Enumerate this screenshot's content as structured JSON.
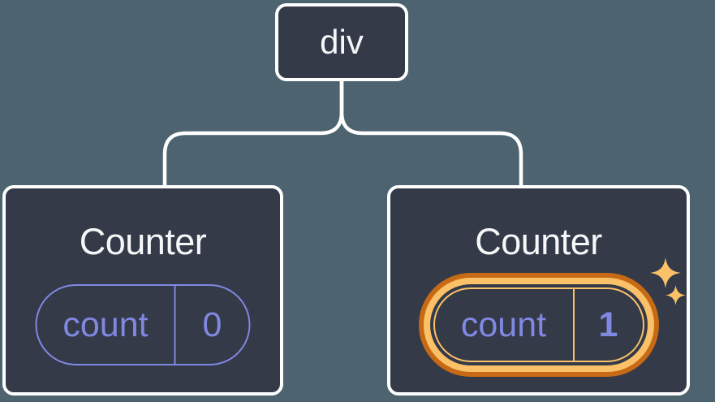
{
  "diagram": {
    "root": {
      "label": "div"
    },
    "children": [
      {
        "title": "Counter",
        "state": {
          "name": "count",
          "value": "0"
        },
        "highlighted": false
      },
      {
        "title": "Counter",
        "state": {
          "name": "count",
          "value": "1"
        },
        "highlighted": true
      }
    ]
  },
  "icons": {
    "sparkles": "sparkle-icon"
  },
  "colors": {
    "page_bg": "#4D6470",
    "node_bg": "#343A48",
    "node_border": "#FFFFFF",
    "connector": "#FFFFFF",
    "text_primary": "#F6F7F9",
    "state_accent": "#8088E2",
    "highlight_light": "#FBC168",
    "highlight_dark": "#C76A15"
  }
}
